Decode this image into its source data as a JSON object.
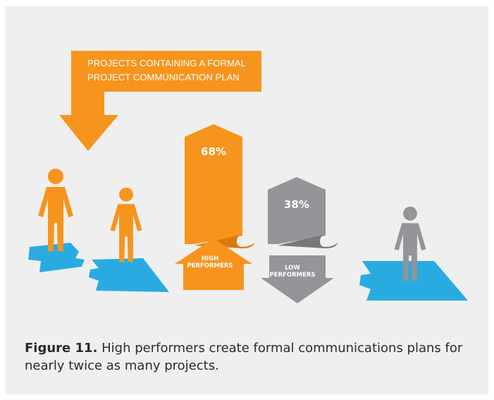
{
  "chart_data": {
    "type": "bar",
    "title": "PROJECTS CONTAINING A FORMAL PROJECT COMMUNICATION PLAN",
    "title_line1": "PROJECTS CONTAINING A FORMAL",
    "title_line2": "PROJECT COMMUNICATION PLAN",
    "categories": [
      "HIGH PERFORMERS",
      "LOW PERFORMERS"
    ],
    "category_lines": [
      [
        "HIGH",
        "PERFORMERS"
      ],
      [
        "LOW",
        "PERFORMERS"
      ]
    ],
    "values": [
      68,
      38
    ],
    "value_labels": [
      "68%",
      "38%"
    ],
    "colors": {
      "high": "#f7941d",
      "low": "#939598",
      "puzzle": "#29abe2"
    }
  },
  "caption": {
    "figure_label": "Figure 11.",
    "text": " High performers create formal communications plans for nearly twice as many projects."
  }
}
